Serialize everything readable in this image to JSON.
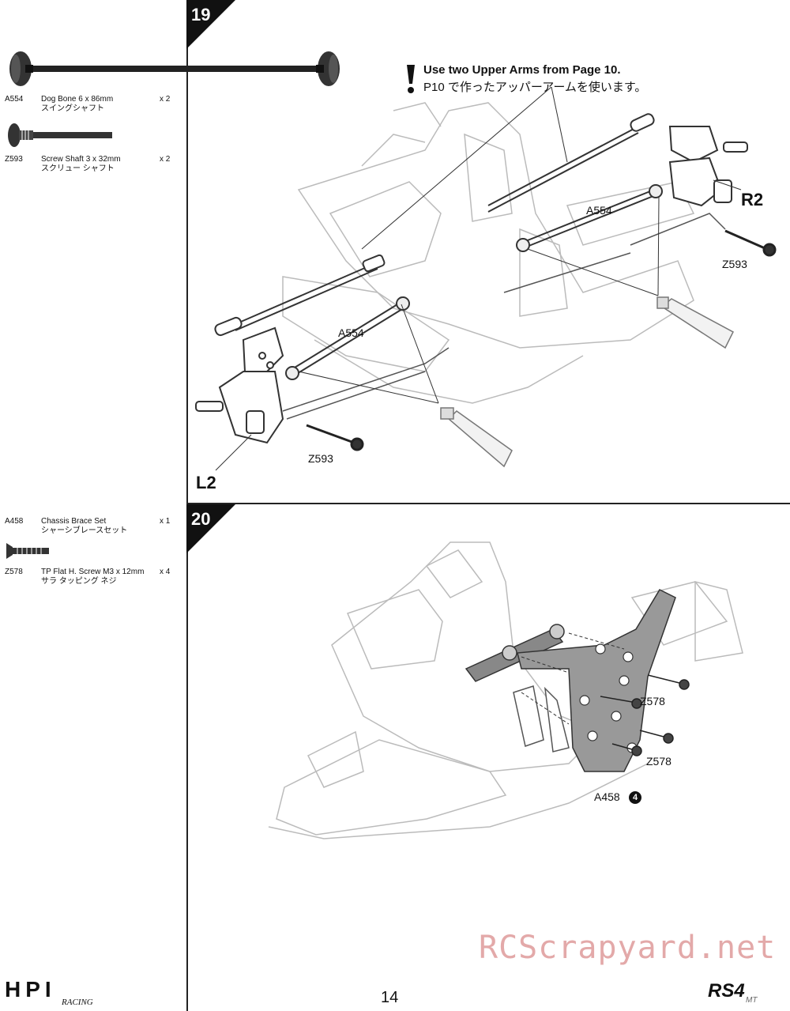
{
  "steps": [
    {
      "number": "19",
      "parts": [
        {
          "code": "A554",
          "name_en": "Dog Bone 6 x 86mm",
          "name_jp": "スイングシャフト",
          "qty": "x 2"
        },
        {
          "code": "Z593",
          "name_en": "Screw Shaft 3 x 32mm",
          "name_jp": "スクリュー シャフト",
          "qty": "x 2"
        }
      ],
      "note_en": "Use two Upper Arms from Page 10.",
      "note_jp": "P10 で作ったアッパーアームを使います。",
      "labels": {
        "r2": "R2",
        "l2": "L2",
        "a554_top": "A554",
        "a554_bottom": "A554",
        "z593_right": "Z593",
        "z593_left": "Z593"
      }
    },
    {
      "number": "20",
      "parts": [
        {
          "code": "A458",
          "name_en": "Chassis Brace Set",
          "name_jp": "シャーシブレースセット",
          "qty": "x 1"
        },
        {
          "code": "Z578",
          "name_en": "TP Flat H. Screw M3 x 12mm",
          "name_jp": "サラ タッピング ネジ",
          "qty": "x 4"
        }
      ],
      "labels": {
        "z578_top": "Z578",
        "z578_bottom": "Z578",
        "a458": "A458",
        "a458_badge": "4"
      }
    }
  ],
  "footer": {
    "brand_logo": "HPI",
    "brand_sub": "RACING",
    "page_number": "14",
    "model_logo": "RS4",
    "model_sub": "MT"
  },
  "watermark": "RCScrapyard.net"
}
